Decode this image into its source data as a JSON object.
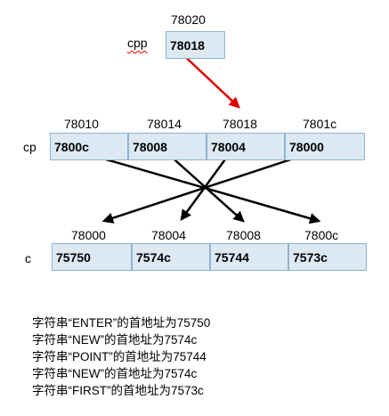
{
  "cpp": {
    "label": "cpp",
    "address": "78020",
    "value": "78018"
  },
  "cp": {
    "label": "cp",
    "cells": [
      {
        "address": "78010",
        "value": "7800c"
      },
      {
        "address": "78014",
        "value": "78008"
      },
      {
        "address": "78018",
        "value": "78004"
      },
      {
        "address": "7801c",
        "value": "78000"
      }
    ]
  },
  "c": {
    "label": "c",
    "cells": [
      {
        "address": "78000",
        "value": "75750"
      },
      {
        "address": "78004",
        "value": "7574c"
      },
      {
        "address": "78008",
        "value": "75744"
      },
      {
        "address": "7800c",
        "value": "7573c"
      }
    ]
  },
  "notes": [
    "字符串“ENTER”的首地址为75750",
    "字符串“NEW”的首地址为7574c",
    "字符串“POINT”的首地址为75744",
    "字符串“NEW”的首地址为7574c",
    "字符串“FIRST”的首地址为7573c"
  ],
  "colors": {
    "cell_fill": "#dce9f3",
    "cell_border": "#8fb4cf",
    "pointer_arrow": "#e00000",
    "arrows": "#000000"
  }
}
